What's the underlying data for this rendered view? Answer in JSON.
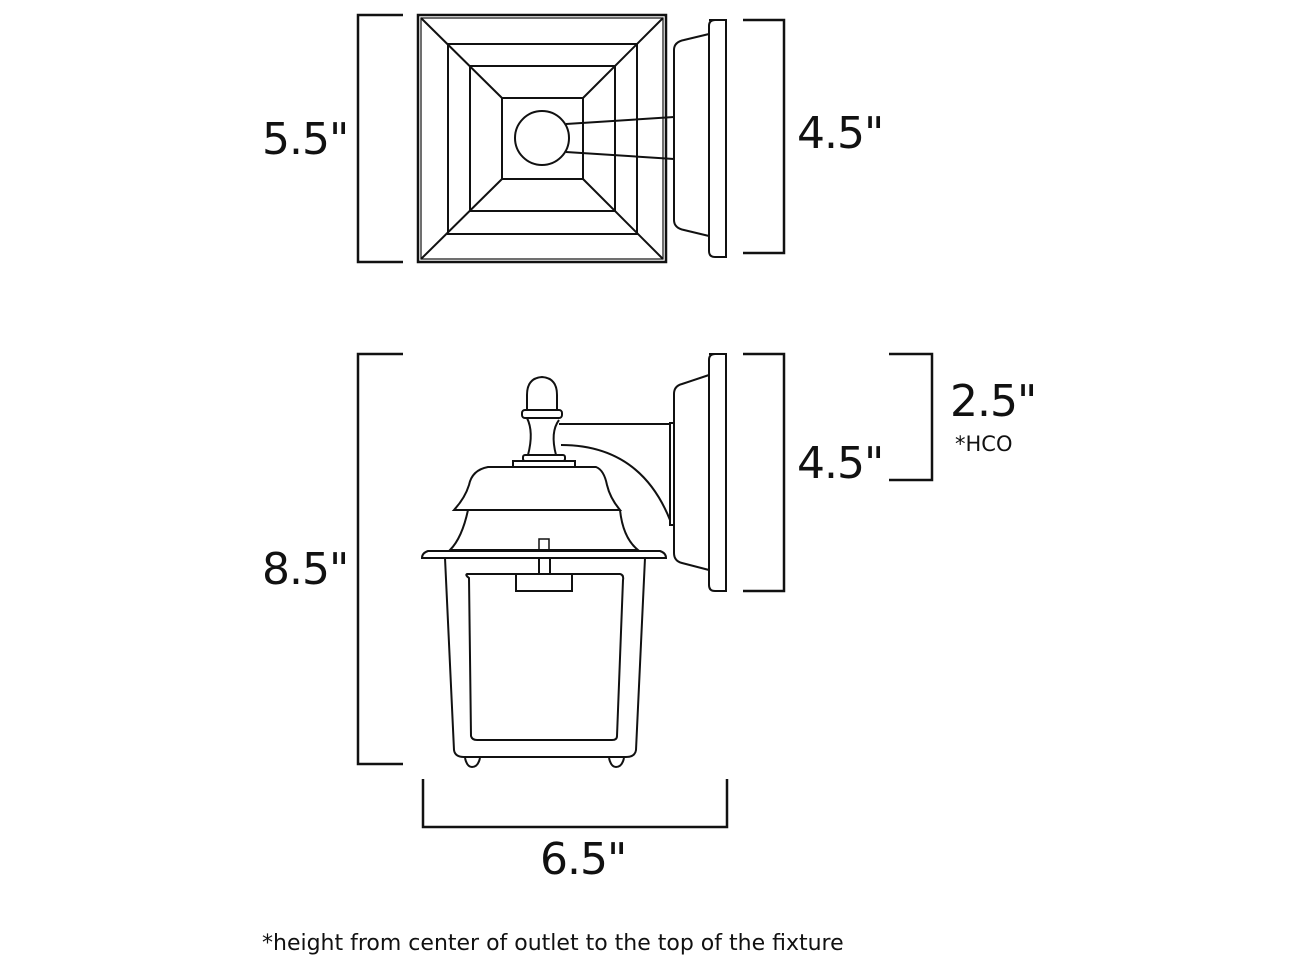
{
  "diagram": {
    "type": "dimension-drawing",
    "subject": "outdoor wall lantern",
    "top_view": {
      "height_label": "5.5\"",
      "backplate_label": "4.5\""
    },
    "side_view": {
      "height_label": "8.5\"",
      "backplate_label": "4.5\"",
      "hco_label": "2.5\"",
      "hco_tag": "*HCO",
      "width_label": "6.5\""
    },
    "footnote": "*height from center of outlet to the top of the fixture",
    "colors": {
      "line": "#111111",
      "background": "#ffffff"
    }
  }
}
